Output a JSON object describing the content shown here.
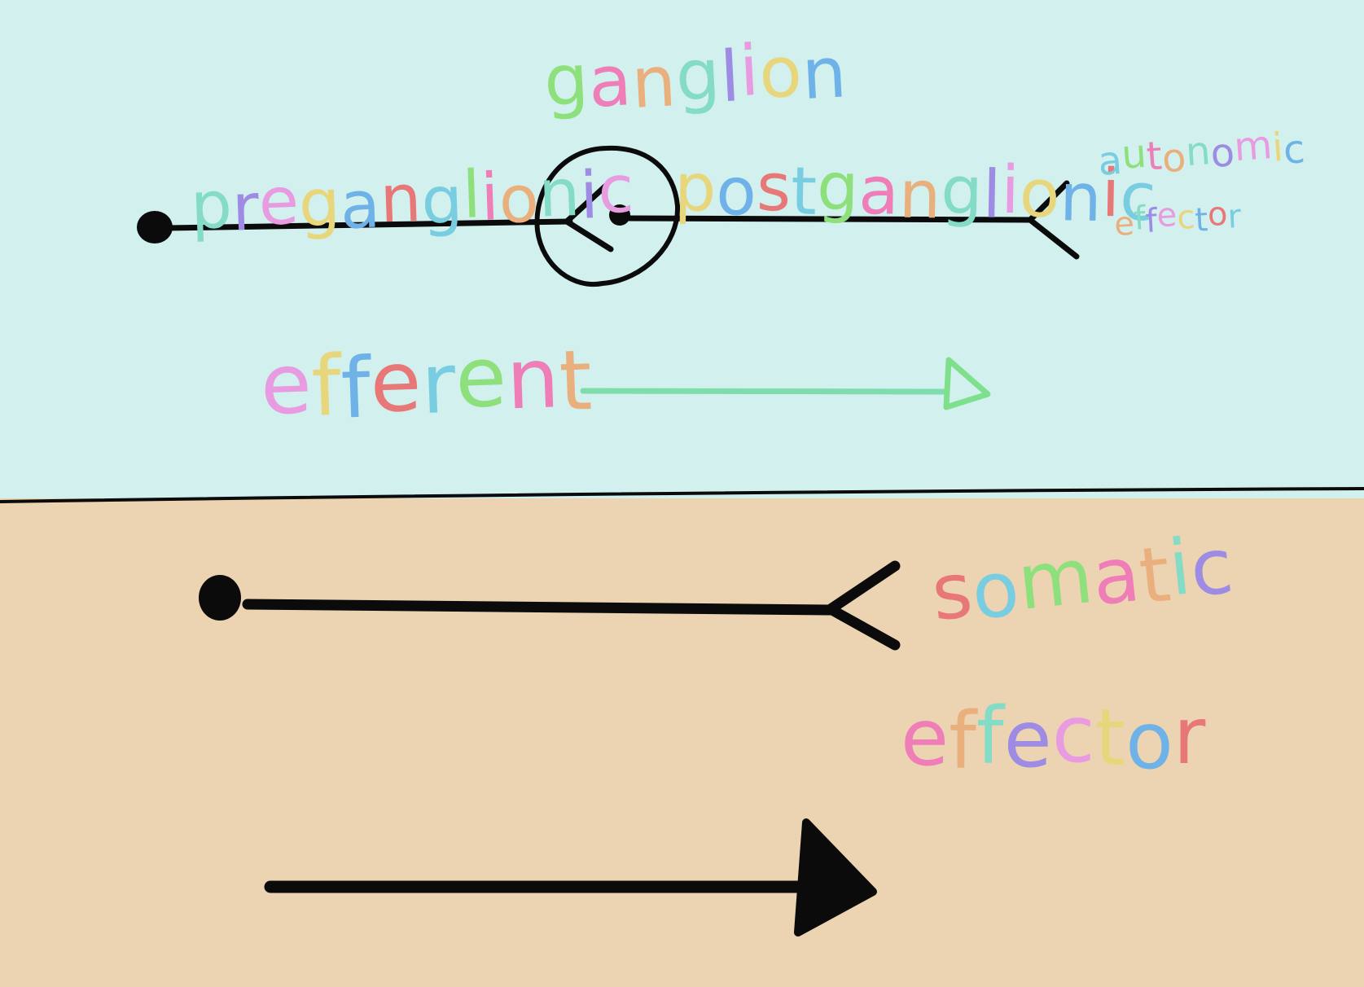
{
  "labels": {
    "ganglion": "ganglion",
    "preganglionic": "preganglionic",
    "postganglionic": "postganglionic",
    "autonomic": "autonomic",
    "autonomic_effector": "effector",
    "efferent": "efferent",
    "somatic": "somatic",
    "somatic_effector": "effector"
  },
  "colors": {
    "top_background": "#d2f1ee",
    "bottom_background": "#ecd4b2",
    "stroke": "#0b0b0b",
    "efferent_arrow": "#7edcad",
    "letter_palette": [
      "#8ee07c",
      "#ee7db8",
      "#e9b07e",
      "#84dcc6",
      "#9d8be4",
      "#e89be0",
      "#e8d67c",
      "#6eb2e8",
      "#e87878",
      "#78cde0"
    ]
  }
}
